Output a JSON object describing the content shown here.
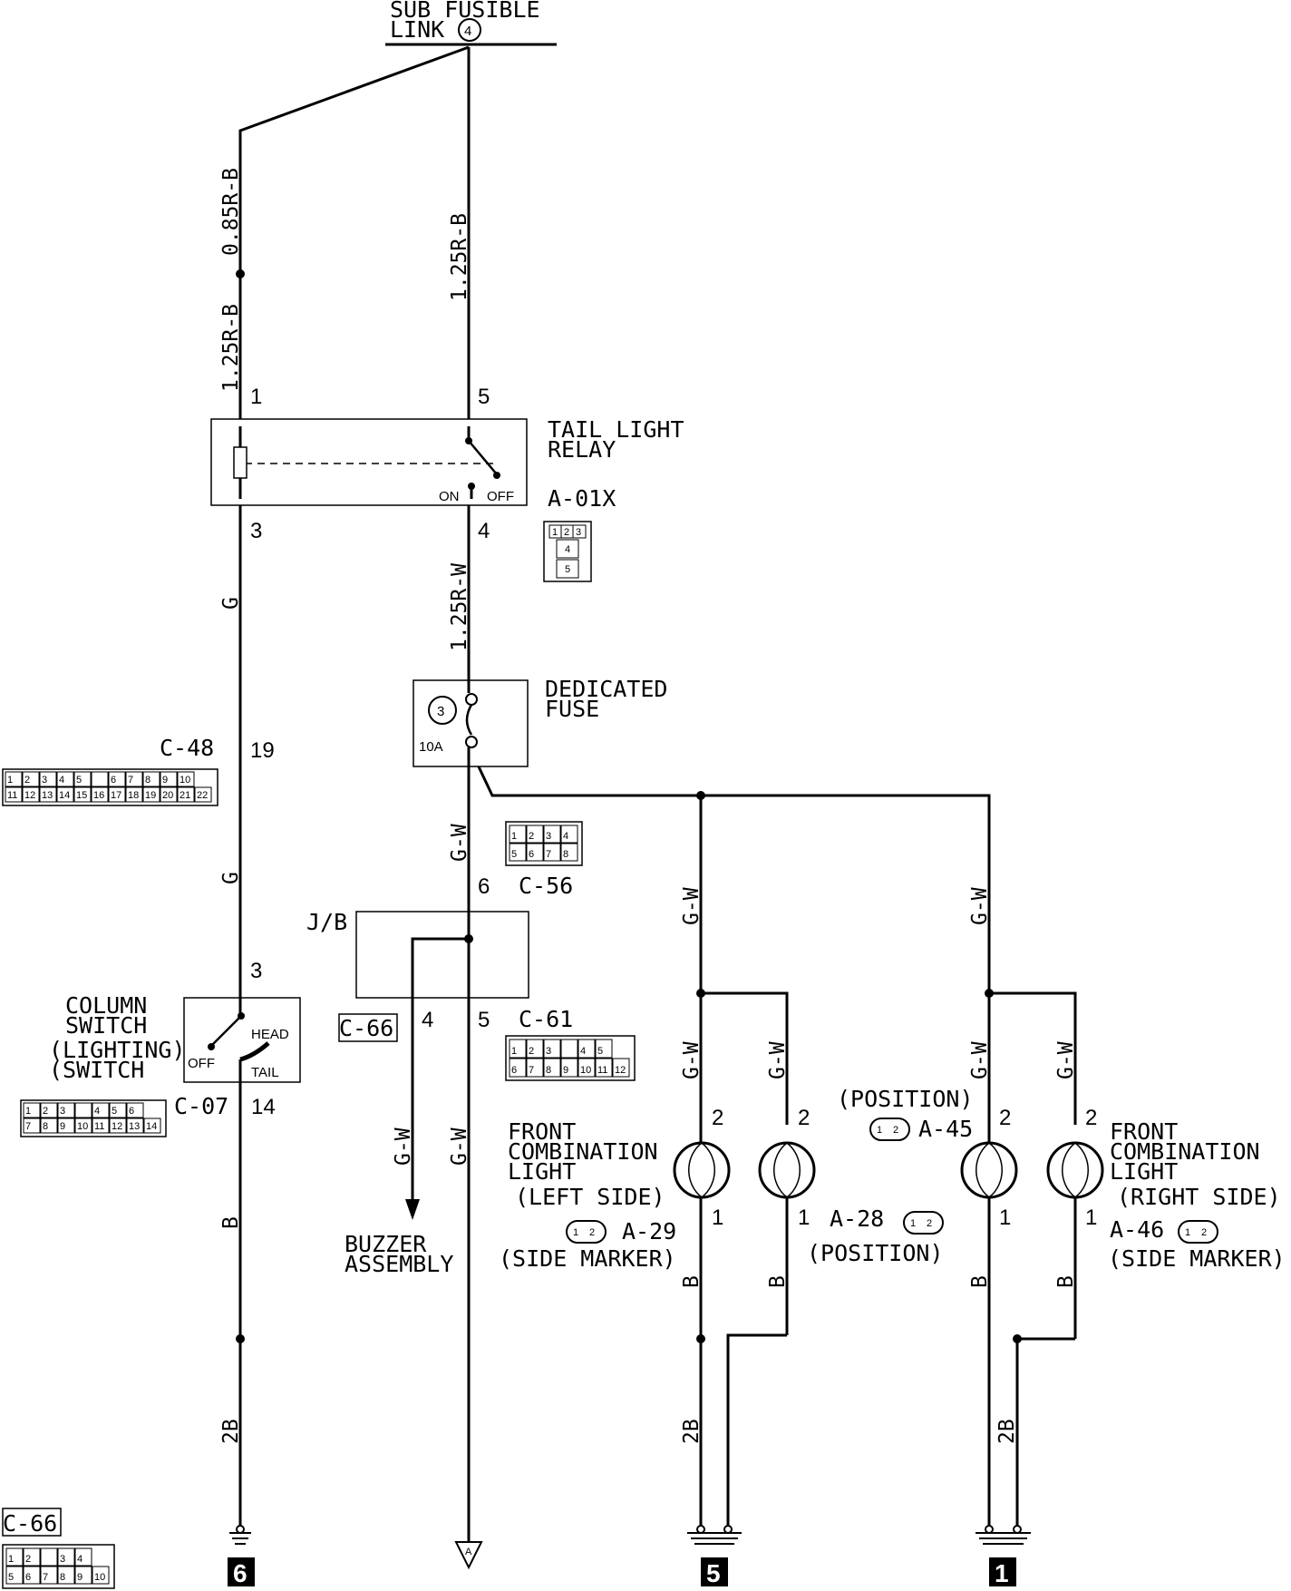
{
  "sub_fusible_link": {
    "line1": "SUB FUSIBLE",
    "line2": "LINK",
    "num": "4"
  },
  "wires": {
    "w_085rb": "0.85R-B",
    "w_125rb_left": "1.25R-B",
    "w_125rb_right": "1.25R-B",
    "w_125rw": "1.25R-W",
    "g_upper": "G",
    "g_lower": "G",
    "gw_fuse": "G-W",
    "gw_a": "G-W",
    "gw_b": "G-W",
    "gw_c": "G-W",
    "gw_d": "G-W",
    "gw_e": "G-W",
    "gw_f": "G-W",
    "gw_jb4": "G-W",
    "gw_jb5": "G-W",
    "b_left": "B",
    "b_l1": "B",
    "b_l2": "B",
    "b_r1": "B",
    "b_r2": "B",
    "b2_left": "2B",
    "b2_mid": "2B",
    "b2_right": "2B"
  },
  "tail_relay": {
    "line1": "TAIL LIGHT",
    "line2": "RELAY",
    "connector": "A-01X",
    "pin1": "1",
    "pin5": "5",
    "pin3": "3",
    "pin4": "4",
    "on": "ON",
    "off": "OFF",
    "conn_cells": [
      "1",
      "2",
      "3",
      "4",
      "5"
    ]
  },
  "dedicated_fuse": {
    "line1": "DEDICATED",
    "line2": "FUSE",
    "num": "3",
    "rating": "10A"
  },
  "c48": {
    "label": "C-48",
    "pin": "19",
    "row1": [
      "1",
      "2",
      "3",
      "4",
      "5",
      "",
      "6",
      "7",
      "8",
      "9",
      "10"
    ],
    "row2": [
      "11",
      "12",
      "13",
      "14",
      "15",
      "16",
      "17",
      "18",
      "19",
      "20",
      "21",
      "22"
    ]
  },
  "c56": {
    "label": "C-56",
    "pin": "6",
    "row1": [
      "1",
      "2",
      "3",
      "4"
    ],
    "row2": [
      "5",
      "6",
      "7",
      "8"
    ]
  },
  "jb": {
    "label": "J/B",
    "pin4": "4",
    "pin5": "5"
  },
  "c61": {
    "label": "C-61",
    "row1": [
      "1",
      "2",
      "3",
      "",
      "4",
      "5"
    ],
    "row2": [
      "6",
      "7",
      "8",
      "9",
      "10",
      "11",
      "12"
    ]
  },
  "c66": {
    "label": "C-66"
  },
  "column_switch": {
    "line1": "COLUMN",
    "line2": "SWITCH",
    "line3": "(LIGHTING)",
    "line4": "(SWITCH",
    "head": "HEAD",
    "tail": "TAIL",
    "off": "OFF",
    "pin3": "3",
    "pin14": "14",
    "connector": "C-07",
    "row1": [
      "1",
      "2",
      "3",
      "",
      "4",
      "5",
      "6"
    ],
    "row2": [
      "7",
      "8",
      "9",
      "10",
      "11",
      "12",
      "13",
      "14"
    ]
  },
  "buzzer": {
    "line1": "BUZZER",
    "line2": "ASSEMBLY"
  },
  "left_light": {
    "line1": "FRONT",
    "line2": "COMBINATION",
    "line3": "LIGHT",
    "line4": "(LEFT SIDE)",
    "side_conn": "A-29",
    "side_label": "(SIDE MARKER)",
    "pos_conn": "A-28",
    "pos_label": "(POSITION)",
    "pin2a": "2",
    "pin1a": "1",
    "pin2b": "2",
    "pin1b": "1"
  },
  "right_light": {
    "line1": "FRONT",
    "line2": "COMBINATION",
    "line3": "LIGHT",
    "line4": "(RIGHT SIDE)",
    "side_conn": "A-46",
    "side_label": "(SIDE MARKER)",
    "pos_conn": "A-45",
    "pos_label": "(POSITION)",
    "pin2a": "2",
    "pin1a": "1",
    "pin2b": "2",
    "pin1b": "1"
  },
  "small_conn": {
    "c1": "1",
    "c2": "2"
  },
  "grounds": {
    "g6": "6",
    "g5": "5",
    "g1": "1",
    "arrow_a": "A"
  },
  "bottom_conn": {
    "label": "C-66",
    "row1": [
      "1",
      "2",
      "",
      "3",
      "4"
    ],
    "row2": [
      "5",
      "6",
      "7",
      "8",
      "9",
      "10"
    ]
  }
}
